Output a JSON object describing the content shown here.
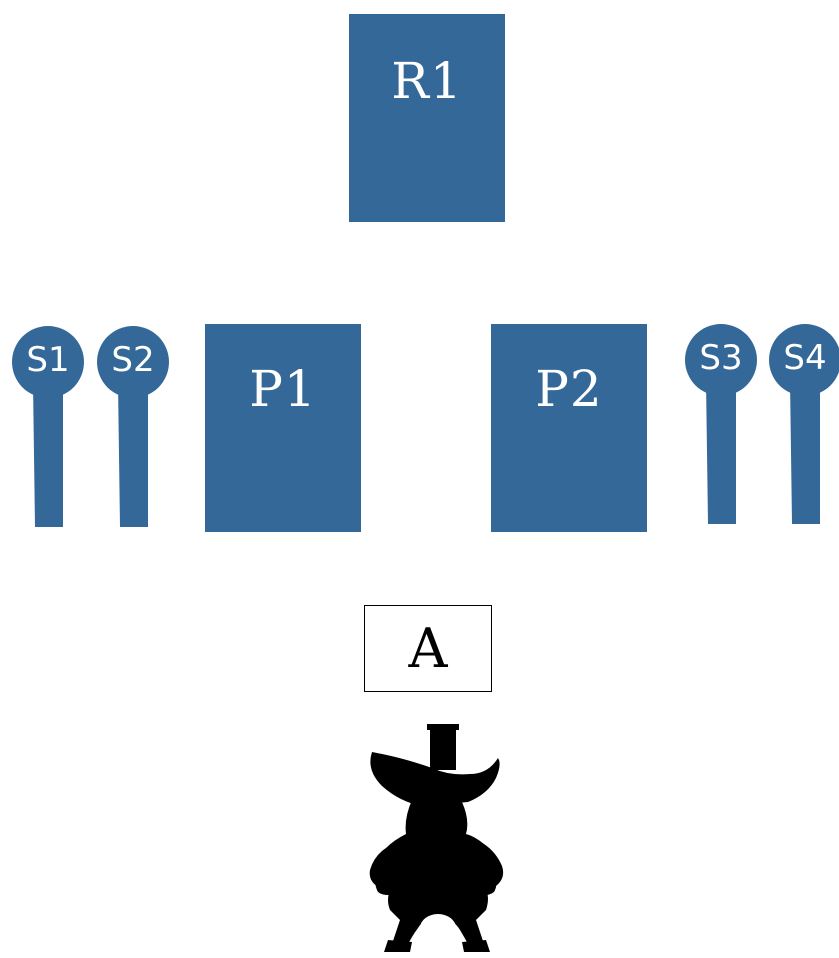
{
  "colors": {
    "block": "#346899",
    "text_on_block": "#ffffff",
    "outline": "#000000",
    "figure": "#000000",
    "background": "#ffffff"
  },
  "blocks": {
    "r1": {
      "label": "R1"
    },
    "p1": {
      "label": "P1"
    },
    "p2": {
      "label": "P2"
    }
  },
  "sticks": [
    {
      "label": "S1"
    },
    {
      "label": "S2"
    },
    {
      "label": "S3"
    },
    {
      "label": "S4"
    }
  ],
  "box": {
    "label": "A"
  },
  "figure": {
    "icon": "cowboy-silhouette-icon"
  }
}
